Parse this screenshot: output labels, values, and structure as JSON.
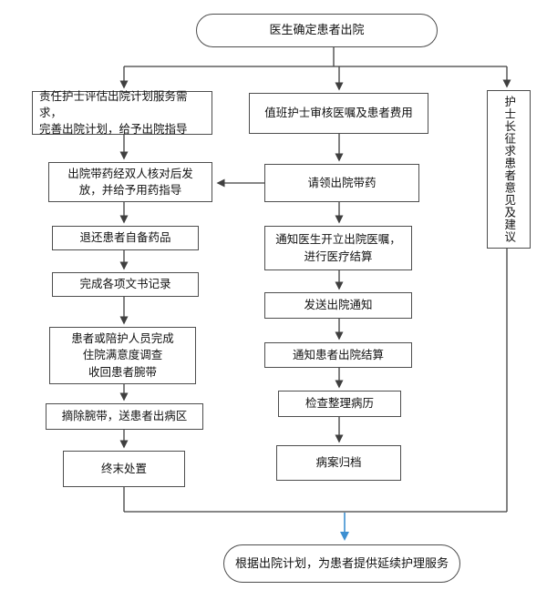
{
  "flowchart": {
    "start": {
      "label": "医生确定患者出院"
    },
    "left_column": {
      "steps": [
        {
          "label": "责任护士评估出院计划服务需求，\n完善出院计划，给予出院指导"
        },
        {
          "label": "出院带药经双人核对后发\n放，并给予用药指导"
        },
        {
          "label": "退还患者自备药品"
        },
        {
          "label": "完成各项文书记录"
        },
        {
          "label": "患者或陪护人员完成\n住院满意度调查\n收回患者腕带"
        },
        {
          "label": "摘除腕带，送患者出病区"
        },
        {
          "label": "终末处置"
        }
      ]
    },
    "middle_column": {
      "steps": [
        {
          "label": "值班护士审核医嘱及患者费用"
        },
        {
          "label": "请领出院带药"
        },
        {
          "label": "通知医生开立出院医嘱，\n进行医疗结算"
        },
        {
          "label": "发送出院通知"
        },
        {
          "label": "通知患者出院结算"
        },
        {
          "label": "检查整理病历"
        },
        {
          "label": "病案归档"
        }
      ]
    },
    "right_column": {
      "label": "护士长征求患者意见及建议"
    },
    "end": {
      "label": "根据出院计划，为患者提供延续护理服务"
    },
    "colors": {
      "connector": "#3f3f3f",
      "highlight_arrow": "#3d8fd1",
      "node_border": "#4d4d4d",
      "text": "#111111",
      "background": "#ffffff"
    }
  }
}
